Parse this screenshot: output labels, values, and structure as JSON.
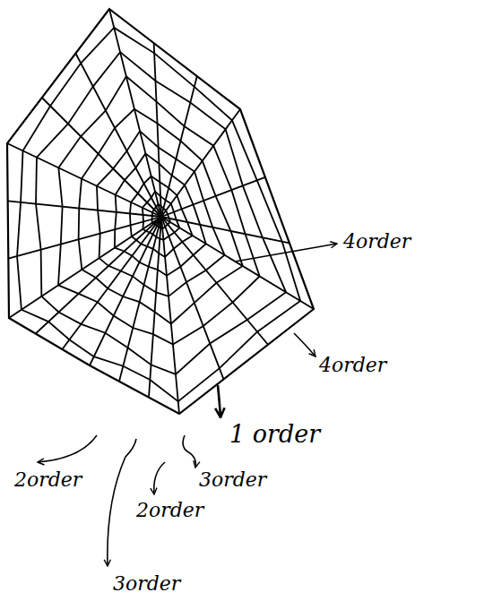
{
  "diagram": {
    "labels": [
      "4order",
      "4order",
      "1 order",
      "2order",
      "3order",
      "2order",
      "3order"
    ]
  }
}
